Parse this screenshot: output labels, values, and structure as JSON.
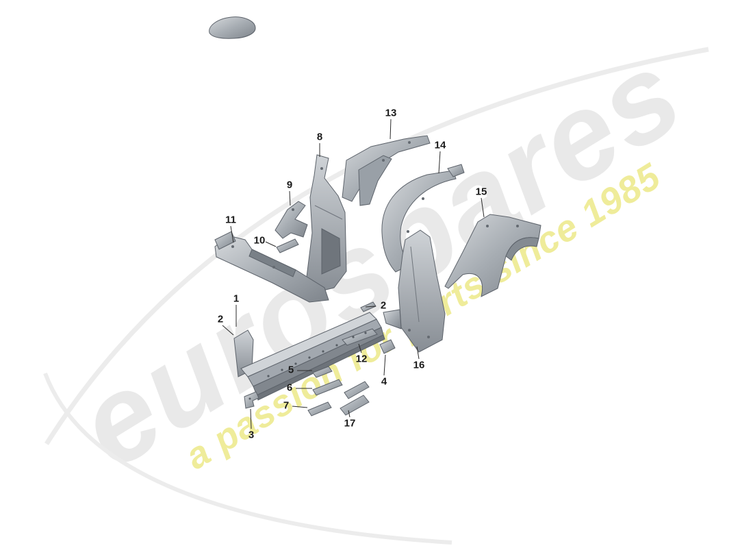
{
  "watermark": {
    "brand": "eurospares",
    "tagline": "a passion for parts since 1985"
  },
  "callouts": {
    "c1": "1",
    "c2a": "2",
    "c2b": "2",
    "c3": "3",
    "c4": "4",
    "c5": "5",
    "c6": "6",
    "c7": "7",
    "c8": "8",
    "c9": "9",
    "c10": "10",
    "c11": "11",
    "c12": "12",
    "c13": "13",
    "c14": "14",
    "c15": "15",
    "c16": "16",
    "c17": "17"
  },
  "colors": {
    "watermark_gray": "#e9e9e9",
    "watermark_yellow": "#efec9a",
    "metal_light": "#d7dadd",
    "metal_mid": "#a7adb3",
    "metal_dark": "#7e848b",
    "leader_line": "#2a2a2a",
    "label_text": "#1a1a1a"
  }
}
